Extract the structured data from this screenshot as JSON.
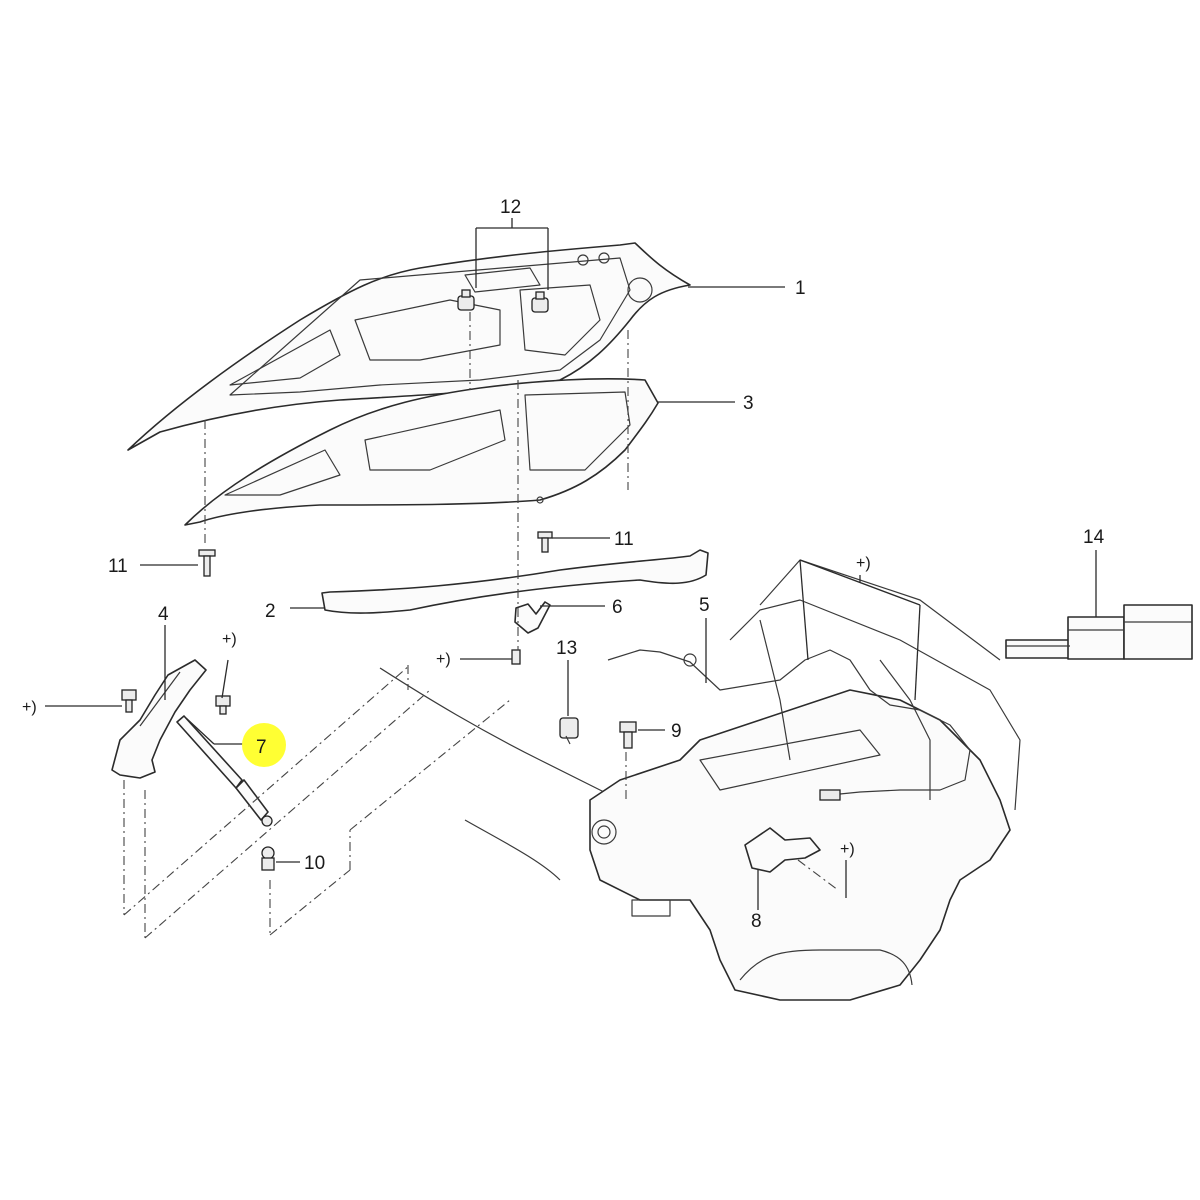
{
  "callouts": {
    "c1": "1",
    "c2": "2",
    "c3": "3",
    "c4": "4",
    "c5": "5",
    "c6": "6",
    "c7": "7",
    "c8": "8",
    "c9": "9",
    "c10": "10",
    "c11a": "11",
    "c11b": "11",
    "c12": "12",
    "c13": "13",
    "c14": "14"
  },
  "plus_marks": {
    "p1": "+)",
    "p2": "+)",
    "p3": "+)",
    "p4": "+)",
    "p5": "+)"
  },
  "colors": {
    "highlight": "#ffff33",
    "line": "#2b2b2b"
  }
}
